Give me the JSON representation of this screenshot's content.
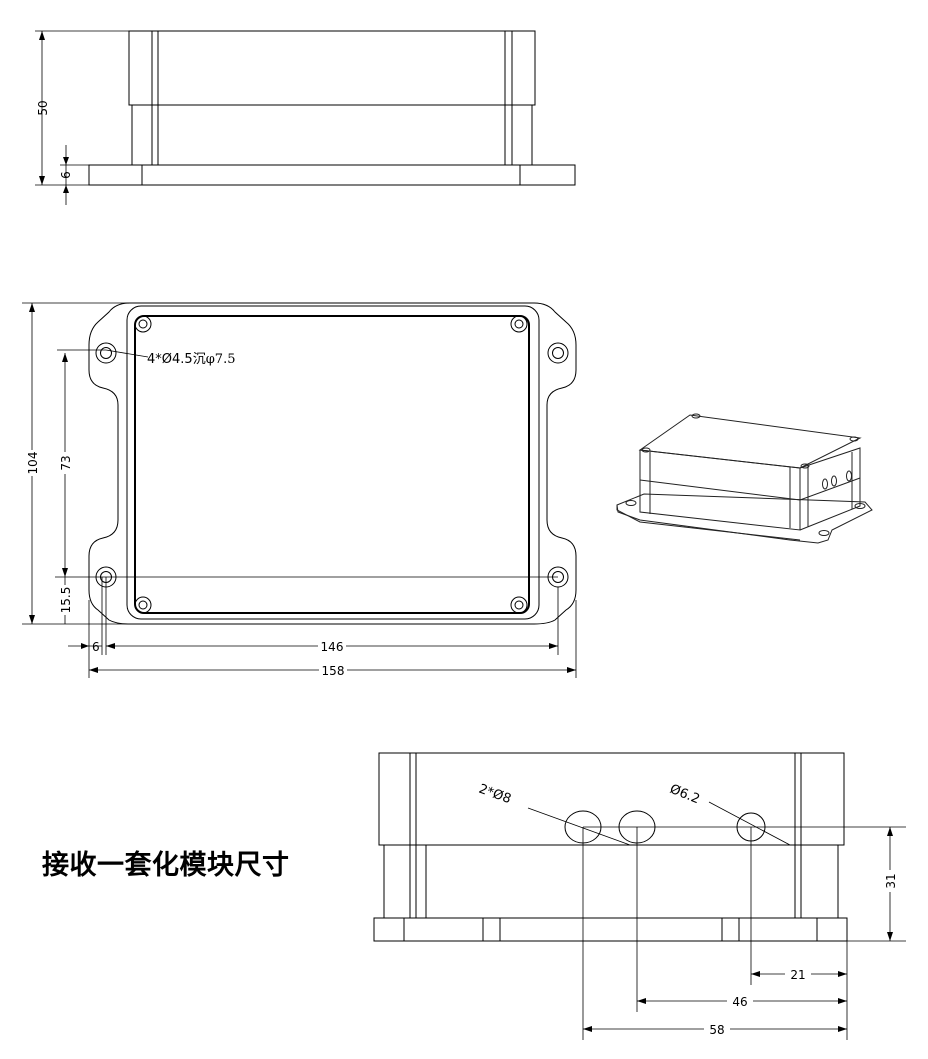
{
  "title": "接收一套化模块尺寸",
  "side_view": {
    "height_label": "50",
    "flange_label": "6"
  },
  "top_view": {
    "overall_height_label": "104",
    "hole_spacing_y_label": "73",
    "hole_offset_y_label": "15.5",
    "hole_offset_x_label": "6",
    "hole_spacing_x_label": "146",
    "overall_width_label": "158",
    "hole_callout_main": "4*Ø4.5",
    "hole_callout_cjk": "沉",
    "hole_callout_sub": "φ7.5"
  },
  "end_view": {
    "hole_pair_callout": "2*Ø8",
    "hole_single_callout": "Ø6.2",
    "hole_height_label": "31",
    "dim_21": "21",
    "dim_46": "46",
    "dim_58": "58"
  }
}
